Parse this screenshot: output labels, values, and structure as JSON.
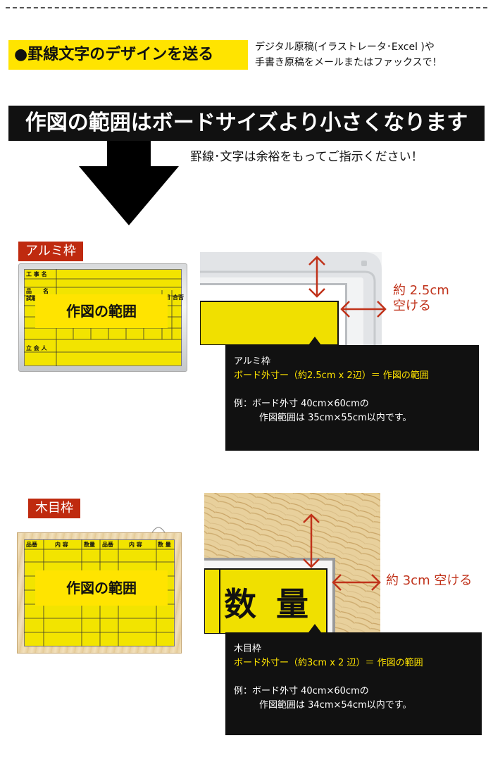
{
  "header": {
    "section_title": "●罫線文字のデザインを送る",
    "note_line1": "デジタル原稿(イラストレータ･Excel )や",
    "note_line2": "手書き原稿をメールまたはファックスで！"
  },
  "headline": "作図の範囲はボードサイズより小さくなります",
  "sub_note": "罫線･文字は余裕をもってご指示ください！",
  "colors": {
    "accent_yellow": "#ffe400",
    "label_red": "#bf2a0f",
    "callout_black": "#111111",
    "arrow_red": "#c0321a"
  },
  "aluminium": {
    "frame_label": "アルミ枠",
    "board_rows": [
      "工 事 名",
      "品　　名",
      "試験",
      "立 会 人"
    ],
    "board_cells": [
      "日",
      "合否"
    ],
    "range_label": "作図の範囲",
    "margin_label_line1": "約 2.5cm",
    "margin_label_line2": "空ける",
    "callout_title": "アルミ枠",
    "callout_formula": "ボード外寸ー（約2.5cm x 2辺）＝ 作図の範囲",
    "callout_example1": "例：ボード外寸 40cm×60cmの",
    "callout_example2": "作図範囲は 35cm×55cm以内です。"
  },
  "wood": {
    "frame_label": "木目枠",
    "board_headers": [
      "品番",
      "内 容",
      "数量",
      "品番",
      "内 容",
      "数 量"
    ],
    "range_label": "作図の範囲",
    "zoom_text": "数 量",
    "margin_label": "約 3cm 空ける",
    "callout_title": "木目枠",
    "callout_formula": "ボード外寸ー（約3cm x 2 辺）＝ 作図の範囲",
    "callout_example1": "例：ボード外寸 40cm×60cmの",
    "callout_example2": "作図範囲は 34cm×54cm以内です。"
  }
}
